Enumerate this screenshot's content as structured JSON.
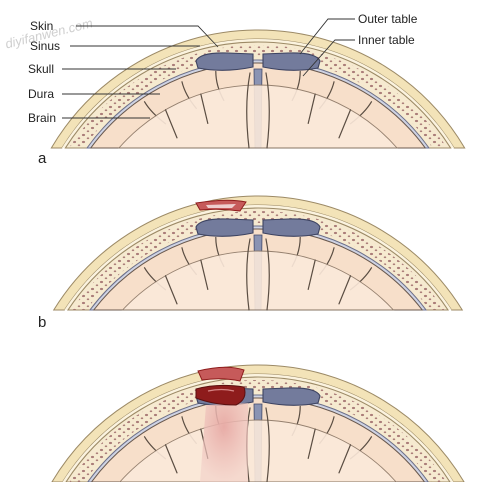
{
  "watermark": "diyifanwen.com",
  "labels_left": [
    "Skin",
    "Sinus",
    "Skull",
    "Dura",
    "Brain"
  ],
  "labels_right": [
    "Outer table",
    "Inner table"
  ],
  "panels": [
    "a",
    "b",
    ""
  ],
  "colors": {
    "skin": "#f3e3b8",
    "skin_edge": "#9c8a66",
    "diploe": "#f6ead0",
    "diploe_dot": "#9d6a6a",
    "sinus": "#737b9c",
    "sinus_edge": "#3d4361",
    "dura": "#cfd3e2",
    "brain": "#f7dfca",
    "sulcus": "#5a4d42",
    "falx": "#8a93b3",
    "blood_light": "#c65a5a",
    "blood_dark": "#8e1c1c",
    "contusion": "#e8b4b0"
  }
}
